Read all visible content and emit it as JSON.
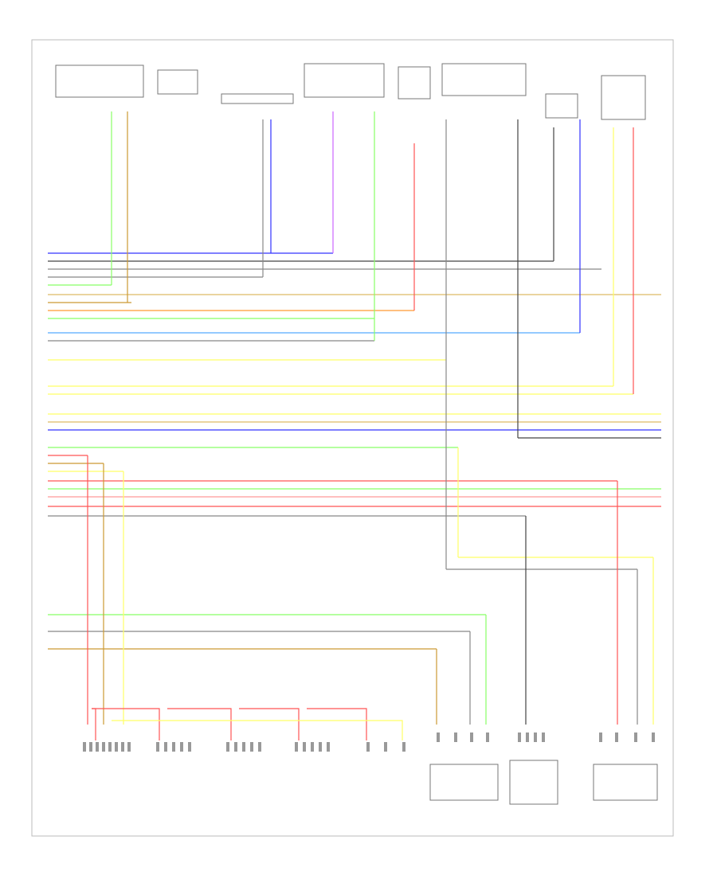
{
  "title": "",
  "footer_code": "",
  "top_components": [
    {
      "id": "dual-temp",
      "label": "",
      "sublabel": ""
    },
    {
      "id": "blower-motor",
      "label": ""
    },
    {
      "id": "dual-ac",
      "label": ""
    },
    {
      "id": "blower-relay",
      "label": ""
    },
    {
      "id": "ambient",
      "label": ""
    },
    {
      "id": "cooling-fan",
      "label": ""
    },
    {
      "id": "eyes-lamp",
      "label": ""
    },
    {
      "id": "left-rear",
      "label": ""
    }
  ],
  "bottom_components": [
    {
      "id": "control-head",
      "label": ""
    },
    {
      "id": "left-defrost",
      "label": ""
    },
    {
      "id": "left-doors",
      "label": ""
    },
    {
      "id": "recirculation",
      "label": ""
    },
    {
      "id": "left-control",
      "label": ""
    },
    {
      "id": "cooling-fan-low-relay",
      "label": ""
    },
    {
      "id": "electric-fan",
      "label": ""
    },
    {
      "id": "cooling-fan-high-relay",
      "label": ""
    }
  ],
  "wire_colors": {
    "blue": "#3333ff",
    "purple": "#cc66ff",
    "gray": "#888888",
    "black": "#444444",
    "yellow": "#ffff66",
    "green": "#88ff66",
    "orange": "#ff9933",
    "brown": "#cc9933",
    "red": "#ff5555",
    "pink": "#ff9999",
    "lightblue": "#55aaff",
    "tan": "#ddbb66"
  }
}
